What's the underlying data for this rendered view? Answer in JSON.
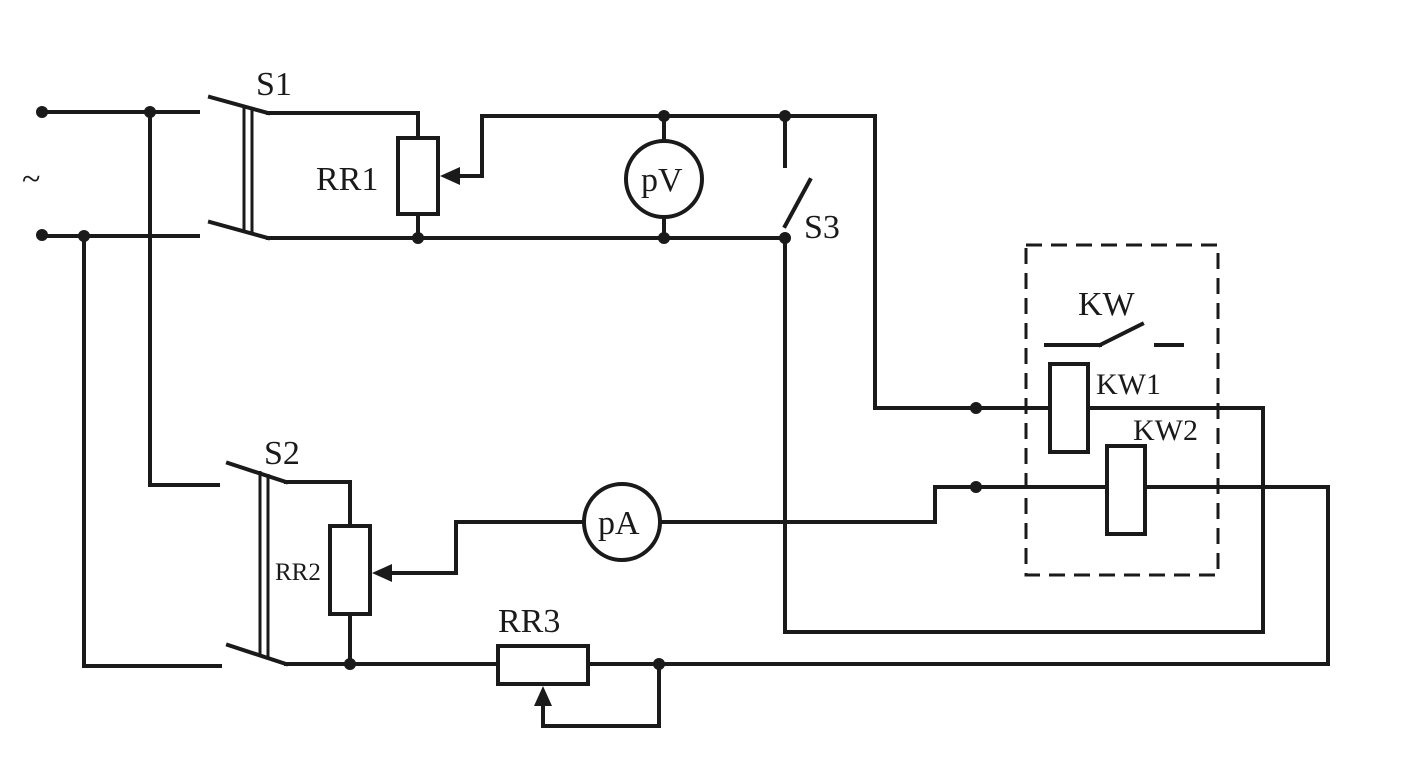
{
  "labels": {
    "source": "~",
    "s1": "S1",
    "s2": "S2",
    "s3": "S3",
    "rr1": "RR1",
    "rr2": "RR2",
    "rr3": "RR3",
    "voltmeter": "pV",
    "ammeter": "pA",
    "kw": "KW",
    "kw1": "KW1",
    "kw2": "KW2"
  }
}
